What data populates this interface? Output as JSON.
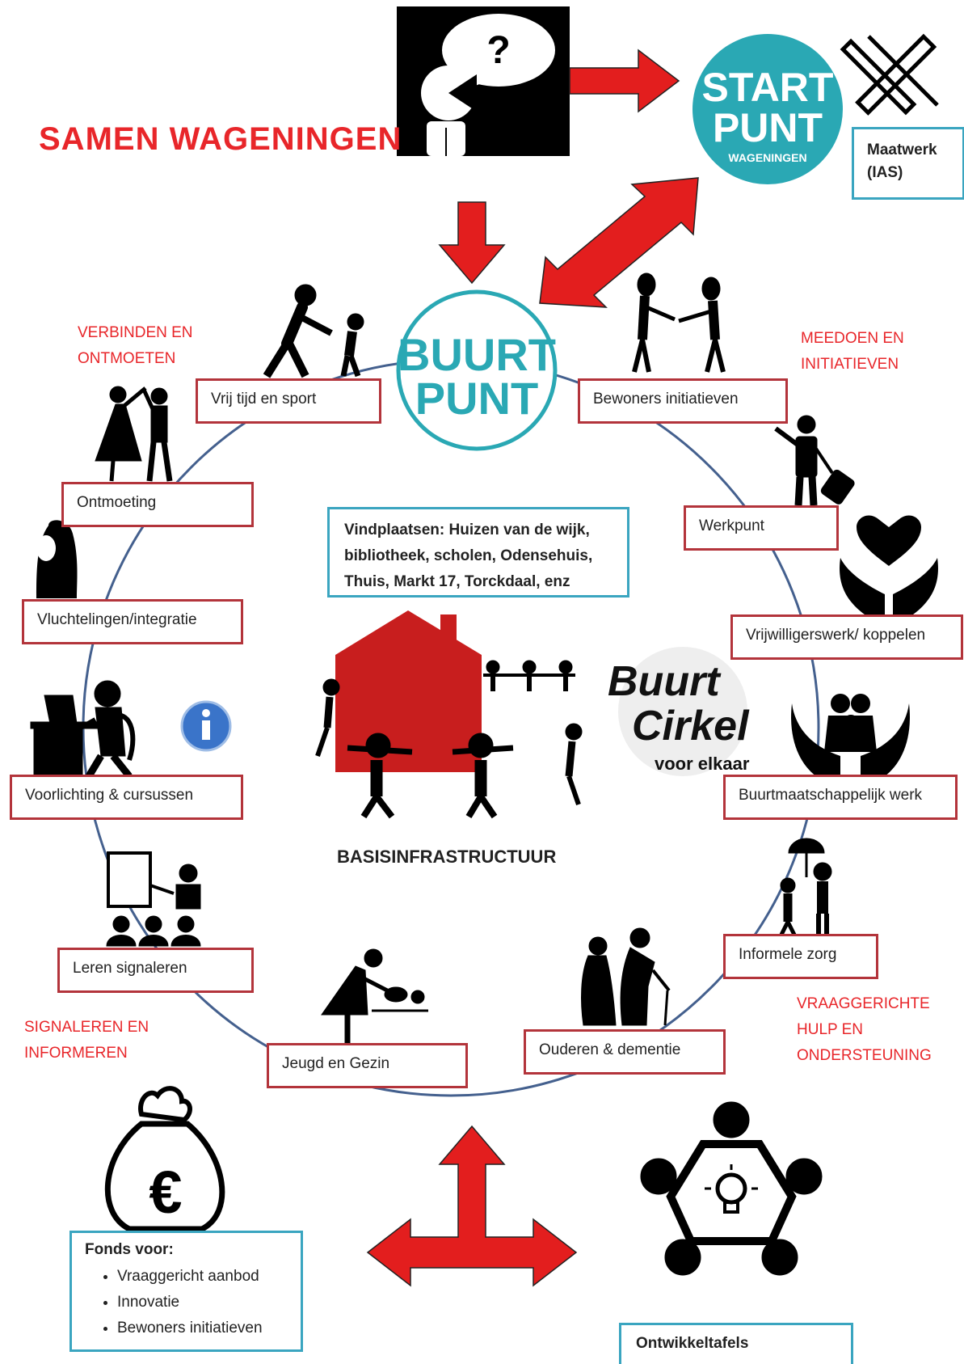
{
  "title": "SAMEN WAGENINGEN",
  "logos": {
    "startpunt": {
      "line1": "START",
      "line2": "PUNT",
      "line3": "WAGENINGEN"
    },
    "buurtpunt": {
      "line1": "BUURT",
      "line2": "PUNT"
    },
    "buurtcirkel": {
      "line1": "Buurt",
      "line2": "Cirkel",
      "line3": "voor elkaar"
    }
  },
  "maatwerk": {
    "line1": "Maatwerk",
    "line2": "(IAS)"
  },
  "categories": {
    "verbinden": [
      "VERBINDEN EN",
      "ONTMOETEN"
    ],
    "meedoen": [
      "MEEDOEN EN",
      "INITIATIEVEN"
    ],
    "signaleren": [
      "SIGNALEREN EN",
      "INFORMEREN"
    ],
    "vraaggericht": [
      "VRAAGGERICHTE",
      "HULP EN",
      "ONDERSTEUNING"
    ]
  },
  "services": {
    "vrij_tijd": "Vrij tijd en sport",
    "bewoners": "Bewoners initiatieven",
    "ontmoeting": "Ontmoeting",
    "werkpunt": "Werkpunt",
    "vluchtelingen": "Vluchtelingen/integratie",
    "vrijwilligerswerk": "Vrijwilligerswerk/ koppelen",
    "voorlichting": "Voorlichting & cursussen",
    "buurtmaatschappelijk": "Buurtmaatschappelijk werk",
    "leren": "Leren signaleren",
    "informele_zorg": "Informele zorg",
    "jeugd": "Jeugd en Gezin",
    "ouderen": "Ouderen & dementie"
  },
  "vindplaatsen": {
    "line1": "Vindplaatsen: Huizen van de wijk,",
    "line2": "bibliotheek, scholen, Odensehuis,",
    "line3": "Thuis, Markt 17, Torckdaal, enz"
  },
  "basis": "BASISINFRASTRUCTUUR",
  "fonds": {
    "heading": "Fonds voor:",
    "items": [
      "Vraaggericht aanbod",
      "Innovatie",
      "Bewoners initiatieven"
    ]
  },
  "ontwikkeltafels": "Ontwikkeltafels",
  "colors": {
    "red": "#e8262a",
    "box_red": "#b3343b",
    "box_blue": "#3aa5c0",
    "teal": "#2a9fad",
    "circle": "#44608e"
  },
  "icons": [
    "question-person-icon",
    "tools-icon",
    "push-swing-icon",
    "handshake-icon",
    "dancing-couple-icon",
    "traveller-icon",
    "hijab-woman-icon",
    "heart-hands-icon",
    "computer-person-icon",
    "info-icon",
    "family-hands-icon",
    "teacher-class-icon",
    "umbrella-people-icon",
    "baby-changing-icon",
    "elderly-couple-icon",
    "money-bag-icon",
    "meeting-lightbulb-icon",
    "house-people-icon"
  ]
}
